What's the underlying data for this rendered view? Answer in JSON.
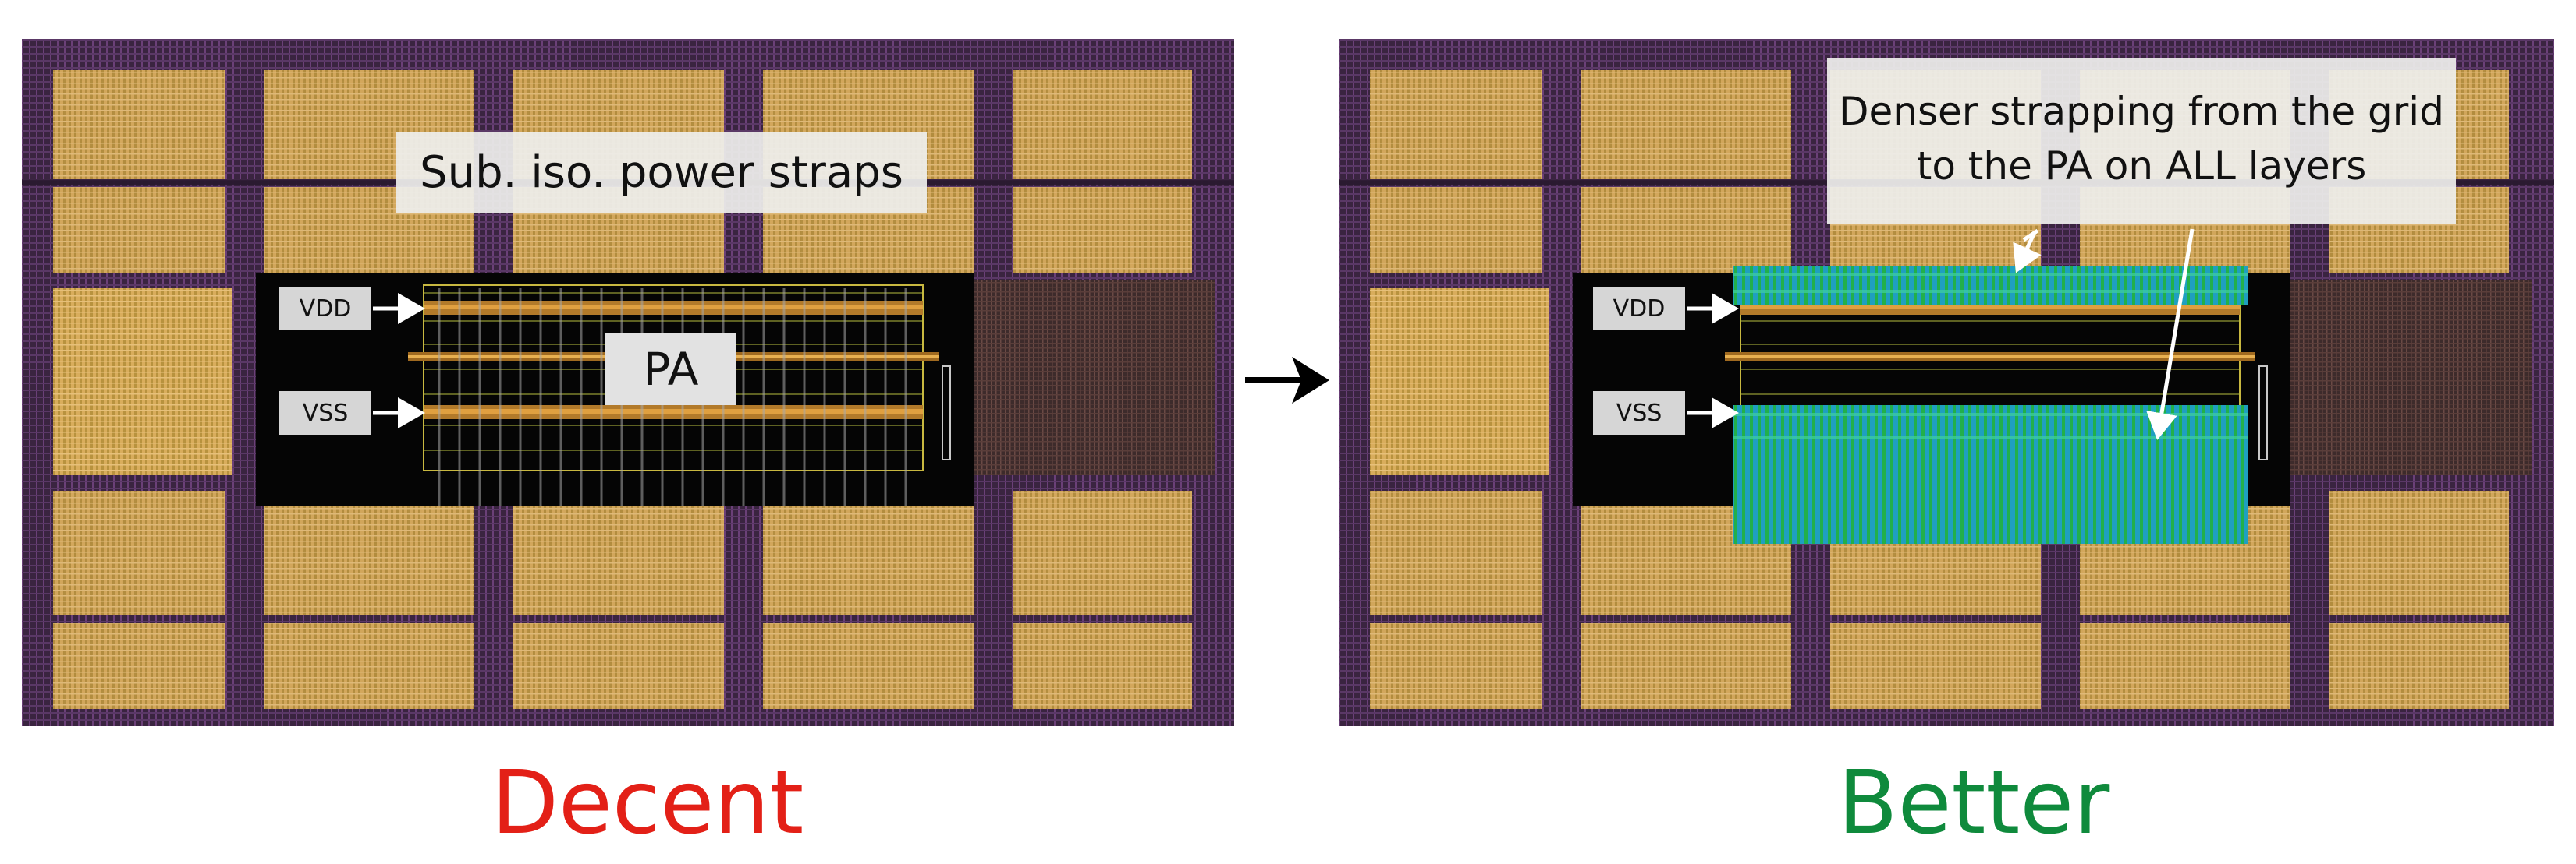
{
  "left_panel": {
    "callout": "Sub. iso. power straps",
    "vdd_label": "VDD",
    "vss_label": "VSS",
    "pa_label": "PA",
    "caption": "Decent",
    "caption_color": "#e32017"
  },
  "right_panel": {
    "callout_line1": "Denser strapping from the grid",
    "callout_line2": "to the PA on ALL layers",
    "vdd_label": "VDD",
    "vss_label": "VSS",
    "caption": "Better",
    "caption_color": "#0f8a3c"
  },
  "arrow_icon": "right-arrow-icon",
  "colors": {
    "background_layout": "#2a1a30",
    "metal_gold": "#c9a050",
    "via_purple": "#9a5fb0",
    "pa_block": "#050505",
    "strap_green": "#22b04a",
    "strap_cyan": "#1f9fc0"
  }
}
